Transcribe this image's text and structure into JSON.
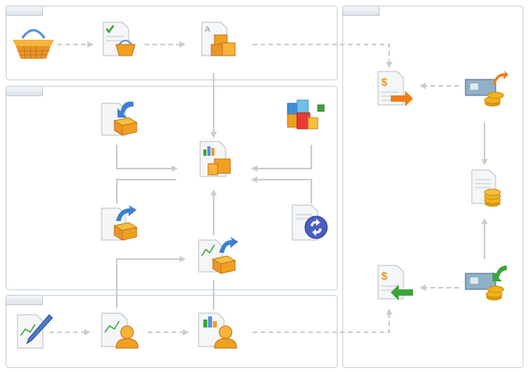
{
  "panels": [
    {
      "id": "top-left",
      "tab_label": ""
    },
    {
      "id": "middle-left",
      "tab_label": ""
    },
    {
      "id": "bottom-left",
      "tab_label": ""
    },
    {
      "id": "right",
      "tab_label": ""
    }
  ],
  "nodes": [
    {
      "id": "shopping-basket",
      "icon": "basket-icon"
    },
    {
      "id": "checklist-basket-doc",
      "icon": "checklist-basket-document-icon"
    },
    {
      "id": "document-boxes",
      "icon": "document-boxes-icon"
    },
    {
      "id": "invoice-export",
      "icon": "dollar-invoice-export-icon"
    },
    {
      "id": "payment-coins",
      "icon": "check-coins-payment-icon"
    },
    {
      "id": "document-coins",
      "icon": "document-coins-icon"
    },
    {
      "id": "incoming-payment",
      "icon": "check-coins-incoming-icon"
    },
    {
      "id": "invoice-import",
      "icon": "dollar-invoice-import-icon"
    },
    {
      "id": "import-box-doc",
      "icon": "document-box-import-icon"
    },
    {
      "id": "colored-cubes",
      "icon": "colored-cubes-icon"
    },
    {
      "id": "central-report",
      "icon": "report-boxes-document-icon"
    },
    {
      "id": "export-box-doc",
      "icon": "document-box-export-icon"
    },
    {
      "id": "sync-doc",
      "icon": "document-sync-icon"
    },
    {
      "id": "chart-box-export",
      "icon": "chart-box-export-icon"
    },
    {
      "id": "chart-pen",
      "icon": "chart-pen-icon"
    },
    {
      "id": "chart-user",
      "icon": "chart-user-icon"
    },
    {
      "id": "report-user",
      "icon": "report-user-icon"
    }
  ],
  "colors": {
    "panel_border": "#c9d2db",
    "connector": "#c8cdd2",
    "box_orange": "#f0a020",
    "arrow_orange": "#f07d1a",
    "arrow_green": "#3aa63a",
    "arrow_blue": "#3f7fd0",
    "coin_gold": "#f2b21c"
  }
}
